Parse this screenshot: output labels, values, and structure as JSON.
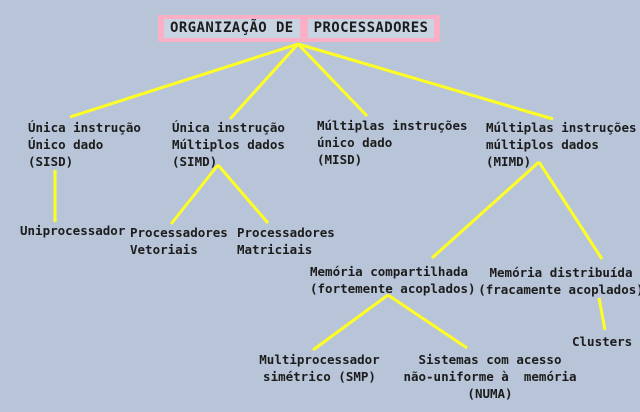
{
  "title": {
    "left": "ORGANIZAÇÃO DE",
    "right": "PROCESSADORES"
  },
  "colors": {
    "background": "#b8c4d8",
    "title_frame_pink": "#f9afc6",
    "title_fill": "#c9d4e2",
    "edge_yellow": "#ffff22",
    "text": "#1c1c1c"
  },
  "nodes": {
    "sisd": "Única instrução\nÚnico dado\n(SISD)",
    "simd": "Única instrução\nMúltiplos dados\n(SIMD)",
    "misd": "Múltiplas instruções\núnico dado\n(MISD)",
    "mimd": "Múltiplas instruções\nmúltiplos dados\n(MIMD)",
    "uniprocessador": "Uniprocessador",
    "vetoriais": "Processadores\nVetoriais",
    "matriciais": "Processadores\nMatriciais",
    "compartilhada": "Memória compartilhada\n(fortemente acoplados)",
    "distribuida": "Memória distribuída\n(fracamente acoplados)",
    "clusters": "Clusters",
    "smp": "Multiprocessador\nsimétrico (SMP)",
    "numa": "Sistemas com acesso\nnão-uniforme à  memória\n(NUMA)"
  },
  "hierarchy": {
    "root": "ORGANIZAÇÃO DE PROCESSADORES",
    "children": [
      {
        "node": "SISD",
        "children": [
          "Uniprocessador"
        ]
      },
      {
        "node": "SIMD",
        "children": [
          "Processadores Vetoriais",
          "Processadores Matriciais"
        ]
      },
      {
        "node": "MISD",
        "children": []
      },
      {
        "node": "MIMD",
        "children": [
          {
            "node": "Memória compartilhada (fortemente acoplados)",
            "children": [
              "Multiprocessador simétrico (SMP)",
              "Sistemas com acesso não-uniforme à memória (NUMA)"
            ]
          },
          {
            "node": "Memória distribuída (fracamente acoplados)",
            "children": [
              "Clusters"
            ]
          }
        ]
      }
    ]
  }
}
